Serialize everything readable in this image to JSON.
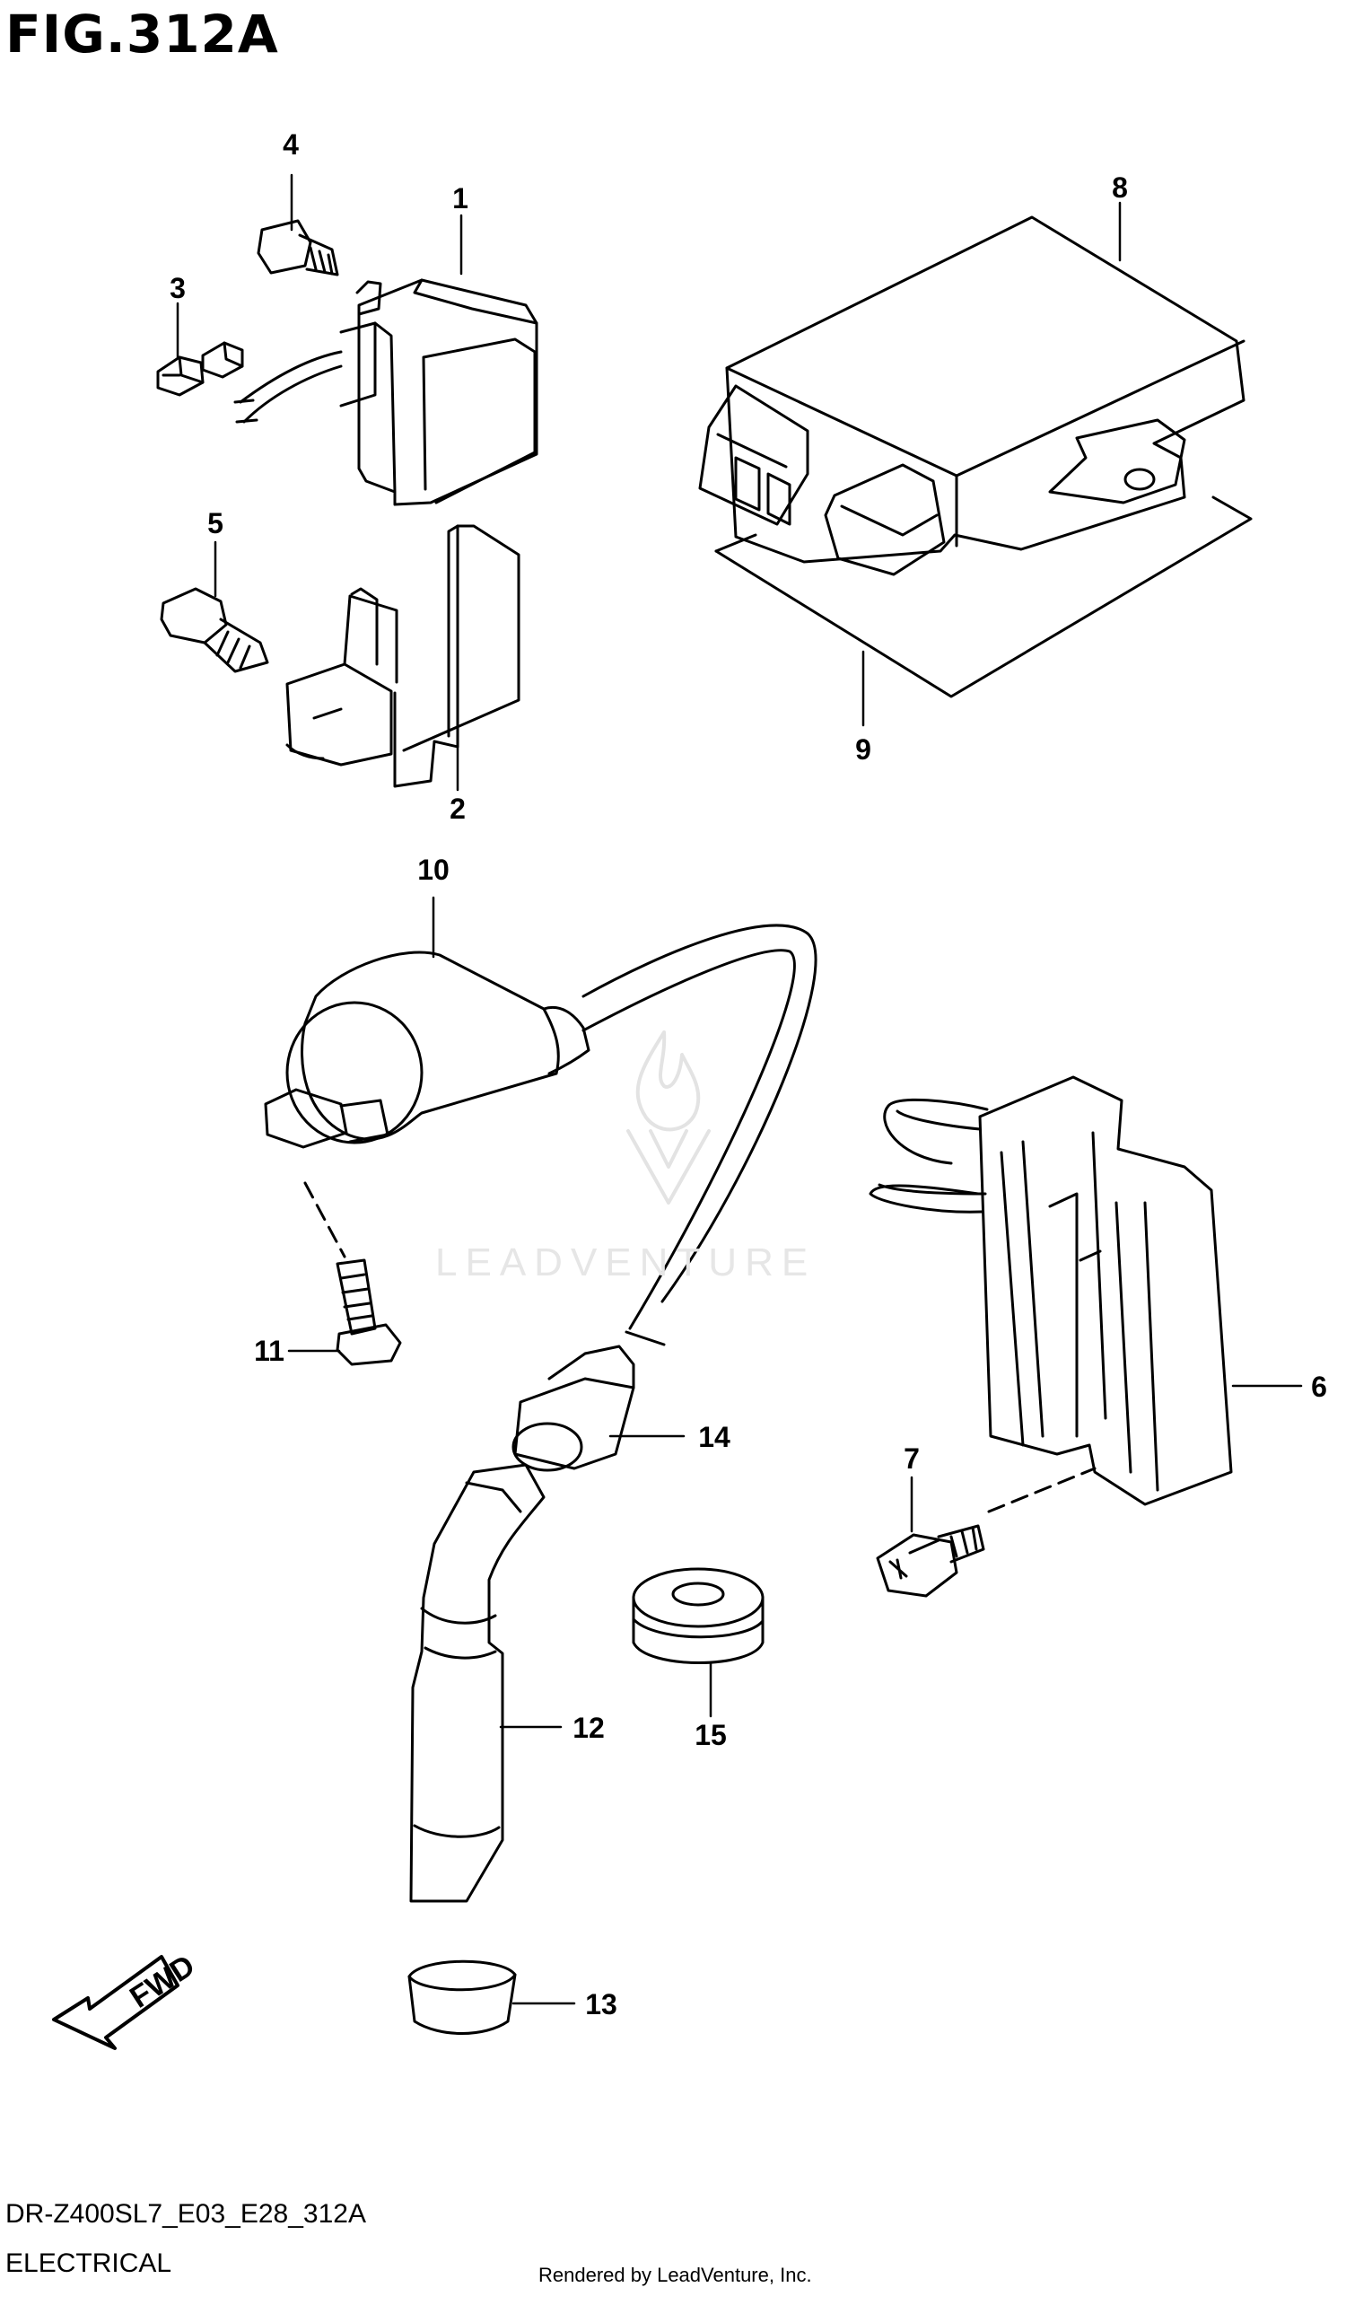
{
  "figure_title": "FIG.312A",
  "model_code": "DR-Z400SL7_E03_E28_312A",
  "section": "ELECTRICAL",
  "credit": "Rendered by LeadVenture, Inc.",
  "watermark": "LEADVENTURE",
  "fwd_label": "FWD",
  "callouts": [
    "1",
    "2",
    "3",
    "4",
    "5",
    "6",
    "7",
    "8",
    "9",
    "10",
    "11",
    "12",
    "13",
    "14",
    "15"
  ],
  "colors": {
    "line": "#000000",
    "watermark": "#e6e6e6"
  }
}
